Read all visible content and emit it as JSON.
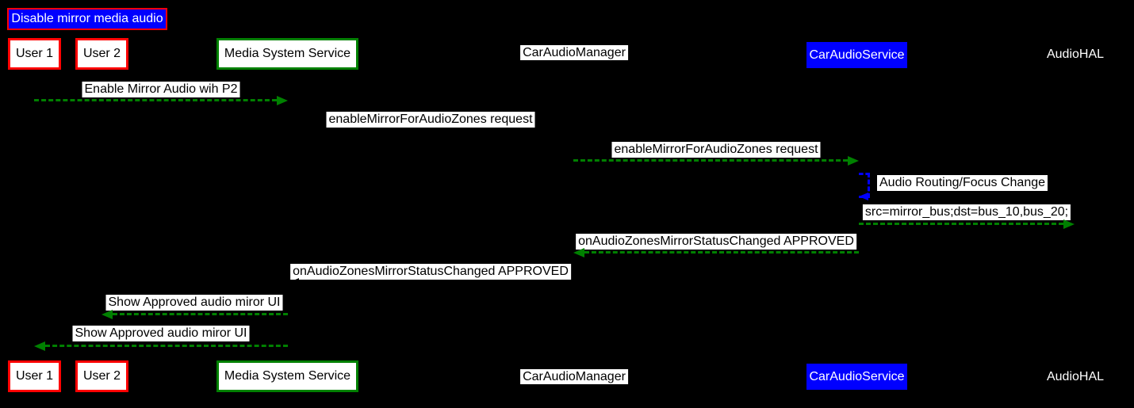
{
  "diagram_type": "sequence",
  "title": "Disable mirror media audio",
  "colors": {
    "bg": "#000000",
    "black": "#000000",
    "white": "#ffffff",
    "red": "#ff0000",
    "green": "#008000",
    "blue": "#0000ff"
  },
  "actors": [
    {
      "id": "user1",
      "label": "User 1",
      "style": "red-box"
    },
    {
      "id": "user2",
      "label": "User 2",
      "style": "red-box"
    },
    {
      "id": "media-system-service",
      "label": "Media System Service",
      "style": "green-box"
    },
    {
      "id": "car-audio-manager",
      "label": "CarAudioManager",
      "style": "white-label"
    },
    {
      "id": "car-audio-service",
      "label": "CarAudioService",
      "style": "blue-box"
    },
    {
      "id": "audio-hal",
      "label": "AudioHAL",
      "style": "plain-text"
    }
  ],
  "messages": [
    {
      "from": "User 1",
      "to": "Media System Service",
      "label": "Enable Mirror Audio wih P2",
      "direction": "right",
      "arrow_color": "green",
      "line_style": "dashed"
    },
    {
      "from": "Media System Service",
      "to": "CarAudioManager",
      "label": "enableMirrorForAudioZones request",
      "direction": "right",
      "arrow_color": "black",
      "line_style": "dashed"
    },
    {
      "from": "CarAudioManager",
      "to": "CarAudioService",
      "label": "enableMirrorForAudioZones request",
      "direction": "right",
      "arrow_color": "green",
      "line_style": "dashed"
    },
    {
      "from": "CarAudioService",
      "to": "CarAudioService",
      "label": "Audio Routing/Focus Change",
      "direction": "self",
      "arrow_color": "blue",
      "line_style": "dashed"
    },
    {
      "from": "CarAudioService",
      "to": "AudioHAL",
      "label": "src=mirror_bus;dst=bus_10,bus_20;",
      "direction": "right",
      "arrow_color": "green",
      "line_style": "dashed"
    },
    {
      "from": "CarAudioService",
      "to": "CarAudioManager",
      "label": "onAudioZonesMirrorStatusChanged APPROVED",
      "direction": "left",
      "arrow_color": "green",
      "line_style": "dashed"
    },
    {
      "from": "CarAudioManager",
      "to": "Media System Service",
      "label": "onAudioZonesMirrorStatusChanged APPROVED",
      "direction": "left",
      "arrow_color": "black",
      "line_style": "dashed"
    },
    {
      "from": "Media System Service",
      "to": "User 2",
      "label": "Show Approved audio miror UI",
      "direction": "left",
      "arrow_color": "green",
      "line_style": "dashed"
    },
    {
      "from": "Media System Service",
      "to": "User 1",
      "label": "Show Approved audio miror UI",
      "direction": "left",
      "arrow_color": "green",
      "line_style": "dashed"
    }
  ]
}
